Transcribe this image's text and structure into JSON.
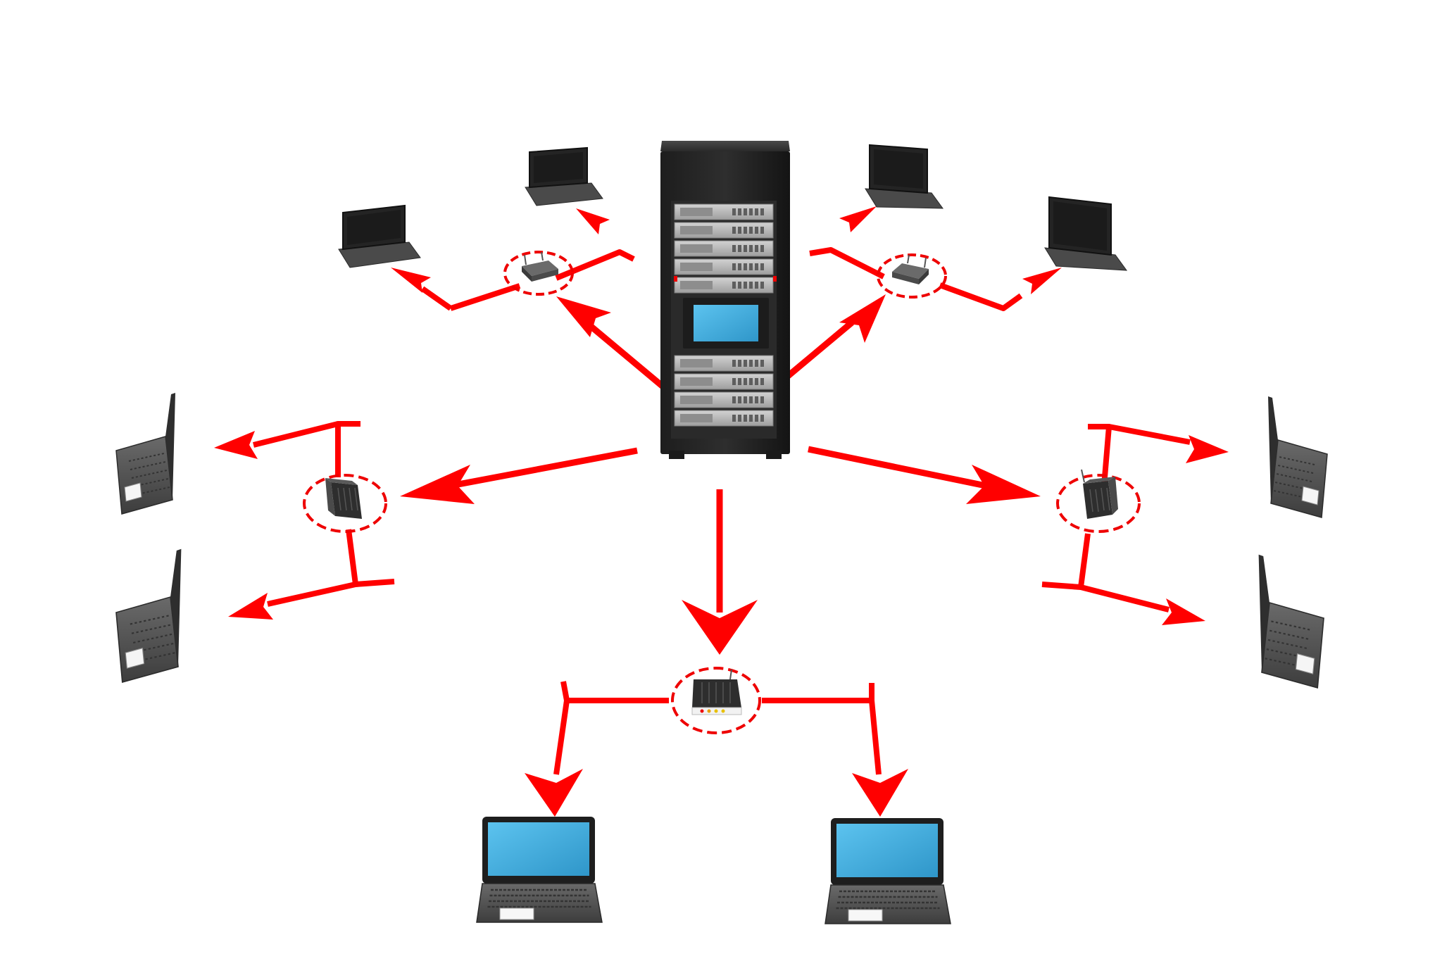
{
  "diagram": {
    "nodes": [
      {
        "id": "server",
        "kind": "server-rack"
      },
      {
        "id": "router-top-left",
        "kind": "router"
      },
      {
        "id": "router-top-right",
        "kind": "router"
      },
      {
        "id": "router-left",
        "kind": "router"
      },
      {
        "id": "router-right",
        "kind": "router"
      },
      {
        "id": "router-bottom",
        "kind": "router"
      },
      {
        "id": "laptop-top-left-a",
        "kind": "laptop"
      },
      {
        "id": "laptop-top-left-b",
        "kind": "laptop"
      },
      {
        "id": "laptop-top-right-a",
        "kind": "laptop"
      },
      {
        "id": "laptop-top-right-b",
        "kind": "laptop"
      },
      {
        "id": "laptop-left-a",
        "kind": "laptop"
      },
      {
        "id": "laptop-left-b",
        "kind": "laptop"
      },
      {
        "id": "laptop-right-a",
        "kind": "laptop"
      },
      {
        "id": "laptop-right-b",
        "kind": "laptop"
      },
      {
        "id": "laptop-bottom-a",
        "kind": "laptop"
      },
      {
        "id": "laptop-bottom-b",
        "kind": "laptop"
      }
    ],
    "edges": [
      {
        "from": "server",
        "to": "router-top-left"
      },
      {
        "from": "server",
        "to": "router-top-right"
      },
      {
        "from": "server",
        "to": "router-left"
      },
      {
        "from": "server",
        "to": "router-right"
      },
      {
        "from": "server",
        "to": "router-bottom"
      },
      {
        "from": "router-top-left",
        "to": "laptop-top-left-a"
      },
      {
        "from": "router-top-left",
        "to": "laptop-top-left-b"
      },
      {
        "from": "router-top-right",
        "to": "laptop-top-right-a"
      },
      {
        "from": "router-top-right",
        "to": "laptop-top-right-b"
      },
      {
        "from": "router-left",
        "to": "laptop-left-a"
      },
      {
        "from": "router-left",
        "to": "laptop-left-b"
      },
      {
        "from": "router-right",
        "to": "laptop-right-a"
      },
      {
        "from": "router-right",
        "to": "laptop-right-b"
      },
      {
        "from": "router-bottom",
        "to": "laptop-bottom-a"
      },
      {
        "from": "router-bottom",
        "to": "laptop-bottom-b"
      }
    ],
    "colors": {
      "background": "#ffffff",
      "arrow": "#ff0000",
      "arrow_dark": "#c80000",
      "device_dark": "#3a3a3a",
      "device_mid": "#5c5c5c",
      "device_light": "#9a9a9a",
      "screen_blue": "#3fa9dc",
      "rack_panel": "#b8b8b8"
    }
  }
}
